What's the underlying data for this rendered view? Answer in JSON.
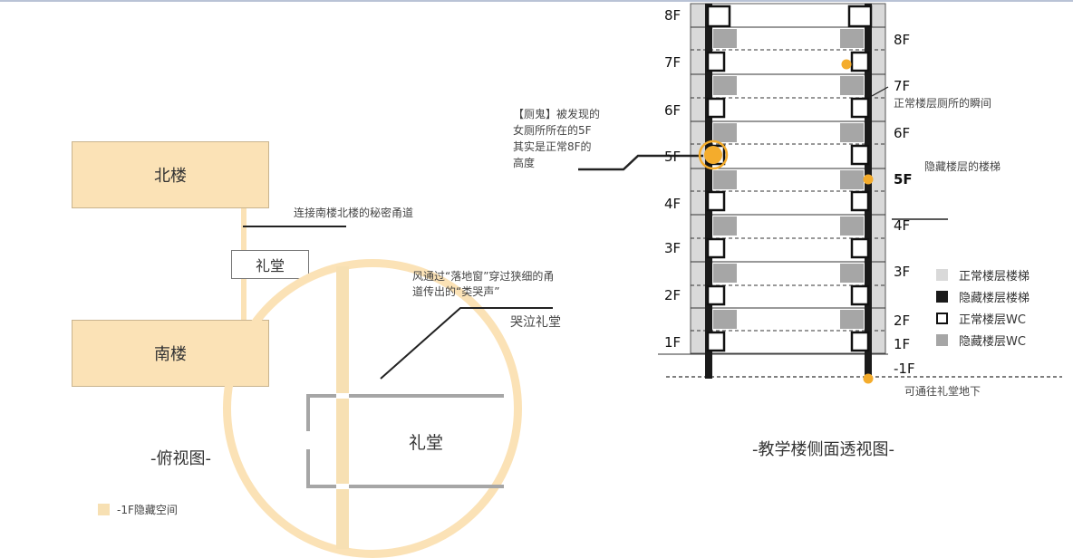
{
  "colors": {
    "building_fill": "#fbe2b6",
    "hidden_fill": "#f7e0b3",
    "accent_orange": "#f4ac2c",
    "normal_stair": "#d9d9d9",
    "hidden_stair": "#1a1a1a",
    "hidden_wc": "#a6a6a6"
  },
  "top_view": {
    "north_building": "北楼",
    "south_building": "南楼",
    "hall_small": "礼堂",
    "tunnel_note": "连接南楼北楼的秘密甬道",
    "wind_note_1": "风通过“落地窗”穿过狭细的甬",
    "wind_note_2": "道传出的“类哭声”",
    "crying_hall": "哭泣礼堂",
    "hall_large": "礼堂",
    "caption": "-俯视图-",
    "legend_hidden_space": "-1F隐藏空间"
  },
  "side_view": {
    "caption": "-教学楼侧面透视图-",
    "left_floors": [
      "8F",
      "7F",
      "6F",
      "5F",
      "4F",
      "3F",
      "2F",
      "1F"
    ],
    "right_floors": [
      "8F",
      "7F",
      "6F",
      "5F",
      "4F",
      "3F",
      "2F",
      "1F",
      "-1F"
    ],
    "note_5f_1": "【厕鬼】被发现的",
    "note_5f_2": "女厕所所在的5F",
    "note_5f_3": "其实是正常8F的",
    "note_5f_4": "高度",
    "note_normal_toilet": "正常楼层厕所的瞬间",
    "note_hidden_stairs": "隐藏楼层的楼梯",
    "note_basement": "可通往礼堂地下",
    "legend": {
      "normal_stairs": "正常楼层楼梯",
      "hidden_stairs": "隐藏楼层楼梯",
      "normal_wc": "正常楼层WC",
      "hidden_wc": "隐藏楼层WC"
    }
  }
}
